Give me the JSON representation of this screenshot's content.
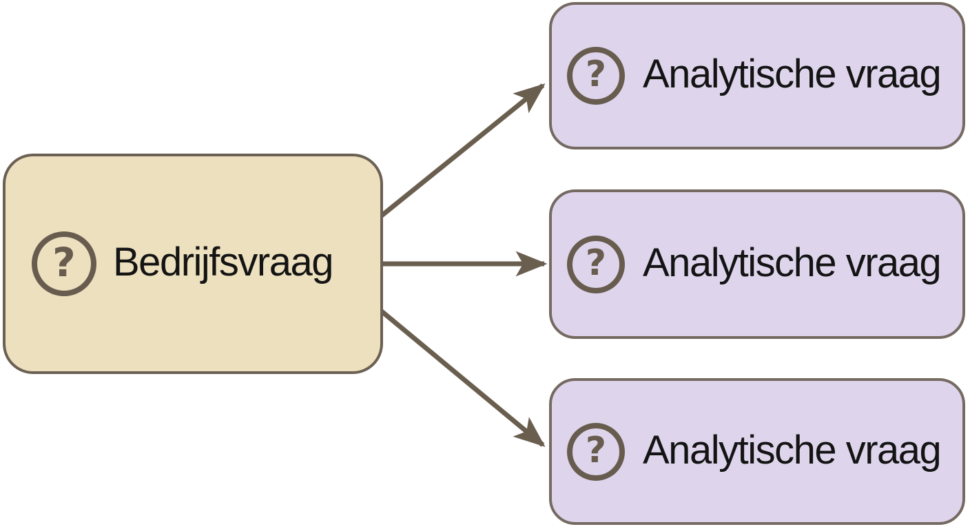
{
  "diagram": {
    "type": "flow",
    "icon_glyph": "?",
    "source_node": {
      "label": "Bedrijfsvraag",
      "icon": "question-mark-icon"
    },
    "target_nodes": [
      {
        "label": "Analytische vraag",
        "icon": "question-mark-icon"
      },
      {
        "label": "Analytische vraag",
        "icon": "question-mark-icon"
      },
      {
        "label": "Analytische vraag",
        "icon": "question-mark-icon"
      }
    ],
    "connections": [
      {
        "from": "Bedrijfsvraag",
        "to": "Analytische vraag (top)"
      },
      {
        "from": "Bedrijfsvraag",
        "to": "Analytische vraag (middle)"
      },
      {
        "from": "Bedrijfsvraag",
        "to": "Analytische vraag (bottom)"
      }
    ],
    "colors": {
      "background": "#ffffff",
      "source_fill": "#ece0be",
      "source_border": "#6b6053",
      "target_fill": "#ded5ec",
      "target_border": "#756a62",
      "arrow": "#6a5e4f",
      "icon": "#675c4e",
      "text": "#141414"
    }
  }
}
